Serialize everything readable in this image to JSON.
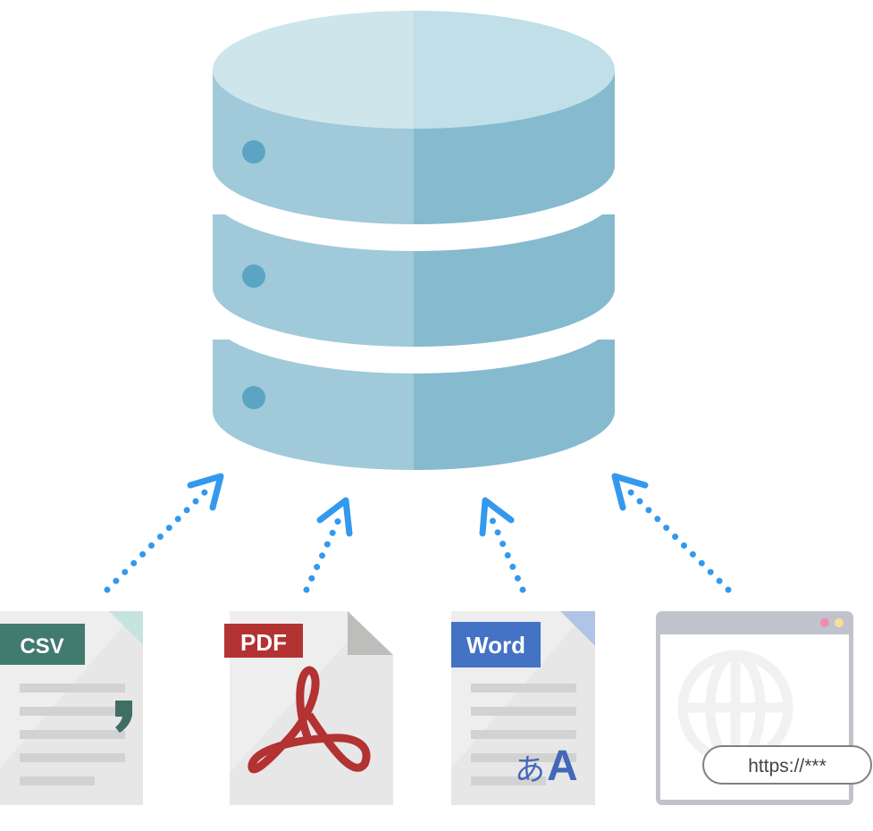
{
  "diagram": {
    "database": {
      "name": "database",
      "colors": {
        "top_left": "#cfe5ec",
        "top_right": "#c0dfe8",
        "body_left": "#a0c9d9",
        "body_right": "#86bacf",
        "indicator": "#5ba4c4"
      }
    },
    "arrow_color": "#3399ee",
    "sources": [
      {
        "label": "CSV",
        "color": "#417a6e",
        "glyph": ","
      },
      {
        "label": "PDF",
        "color": "#b33232"
      },
      {
        "label": "Word",
        "color": "#4472c4",
        "glyph_kana": "あ",
        "glyph_latin": "A"
      },
      {
        "label": "https://***",
        "type": "browser"
      }
    ]
  }
}
